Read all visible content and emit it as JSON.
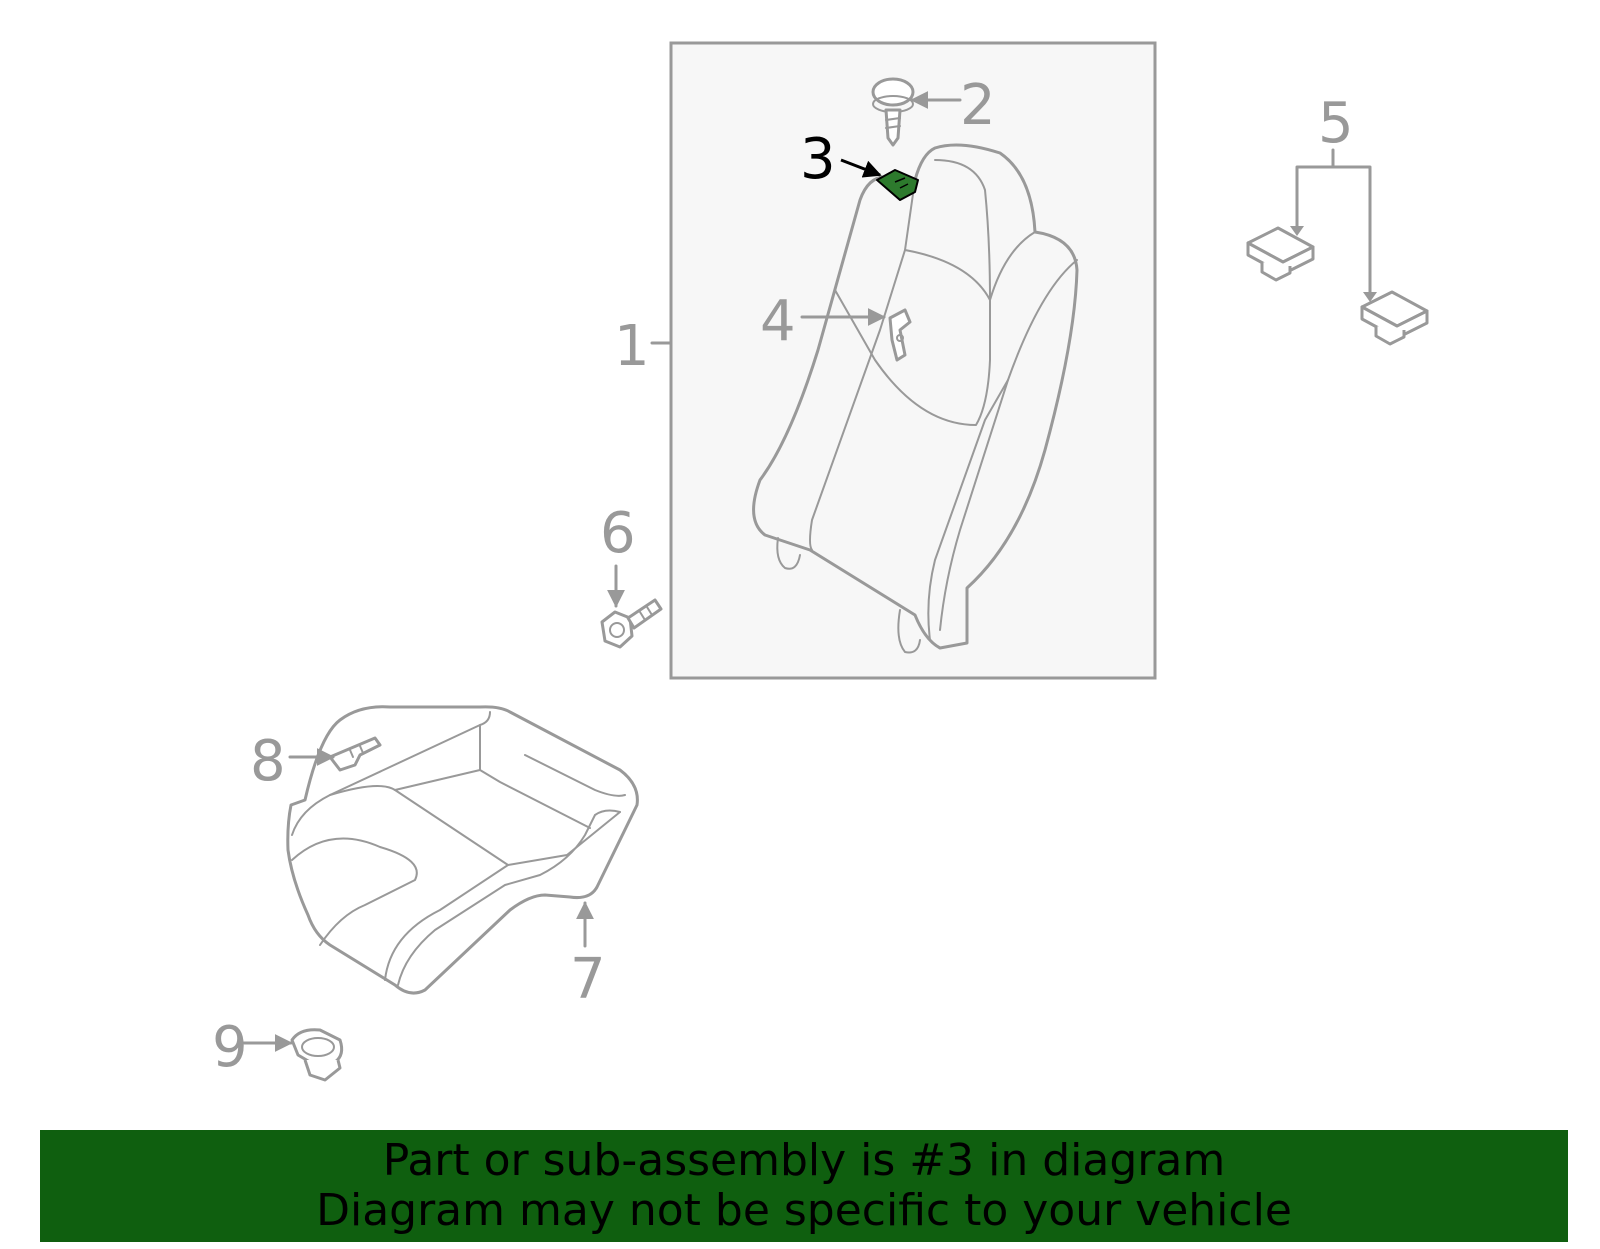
{
  "callouts": {
    "c1": "1",
    "c2": "2",
    "c3": "3",
    "c4": "4",
    "c5": "5",
    "c6": "6",
    "c7": "7",
    "c8": "8",
    "c9": "9"
  },
  "highlighted_part": "3",
  "colors": {
    "line": "#999999",
    "highlight_part": "#2d7a2d",
    "banner_background": "#0f5f0f",
    "banner_text": "#000000",
    "panel_background": "#f7f7f7"
  },
  "banner": {
    "line1": "Part or sub-assembly is #3 in diagram",
    "line2": "Diagram may not be specific to your vehicle"
  }
}
